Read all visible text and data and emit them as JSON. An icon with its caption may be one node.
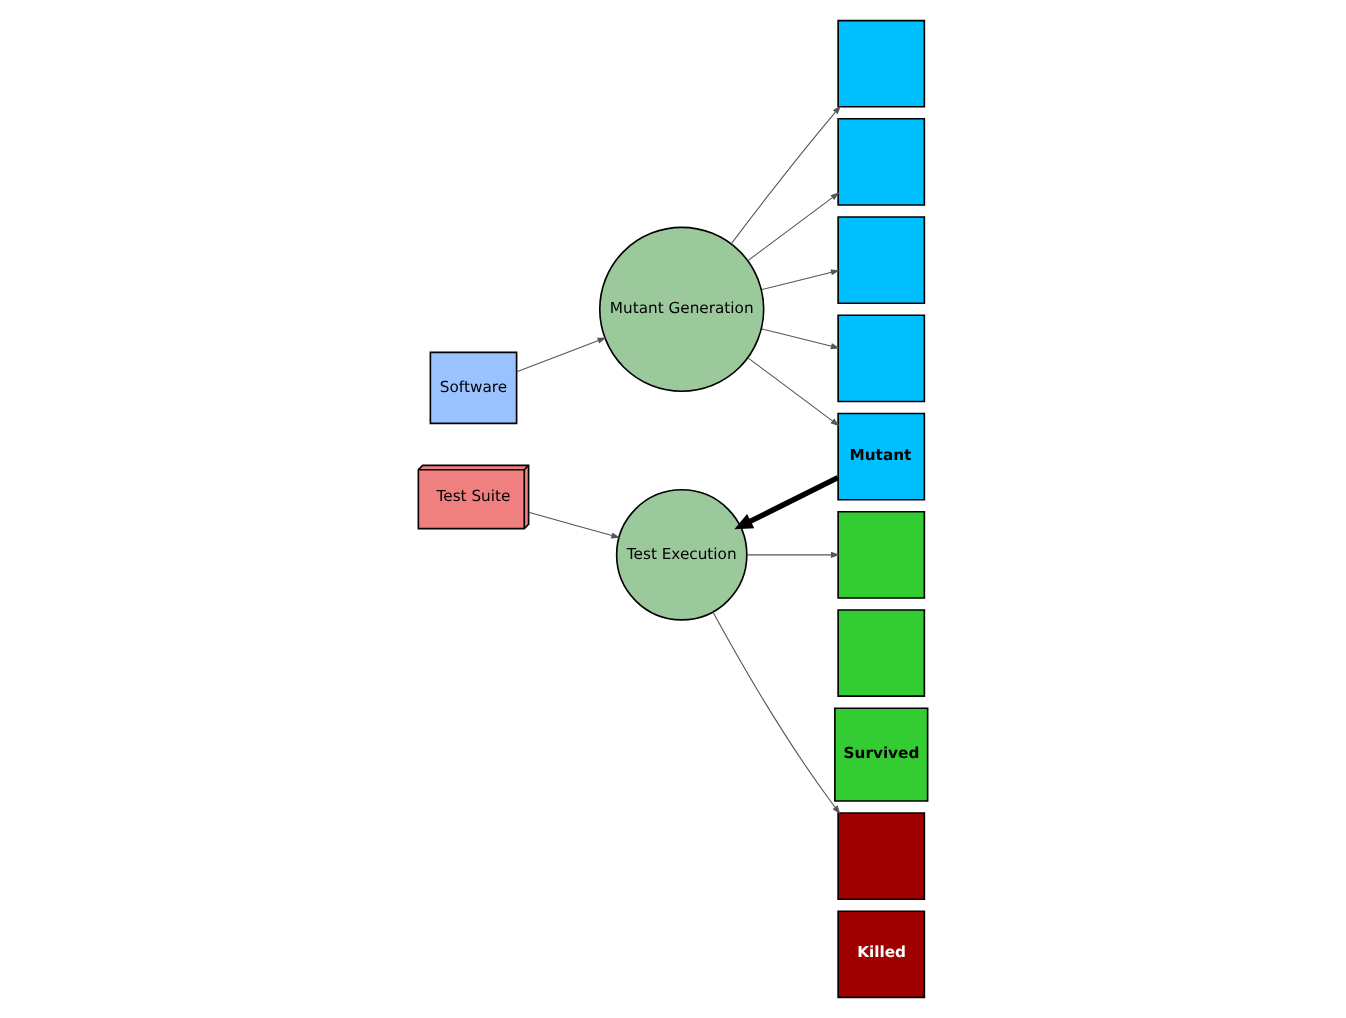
{
  "diagram": {
    "nodes": [
      {
        "text": [
          "Software"
        ]
      },
      {
        "text": [
          "Mutant Generation"
        ]
      },
      {
        "text": [],
        "shape": "box"
      },
      {
        "text": [],
        "shape": "box"
      },
      {
        "text": [],
        "shape": "box"
      },
      {
        "text": [],
        "shape": "box"
      },
      {
        "text": [
          "Mutant"
        ]
      },
      {
        "text": [
          "Test Suite"
        ]
      },
      {
        "text": [
          "Test Execution"
        ]
      },
      {
        "text": [],
        "shape": "box"
      },
      {
        "text": [],
        "shape": "box"
      },
      {
        "text": [
          "Survived"
        ]
      },
      {
        "text": [],
        "shape": "box"
      },
      {
        "text": [
          "Killed"
        ]
      }
    ],
    "edges": [
      {
        "from": 0,
        "to": 1,
        "arrow": "to"
      },
      {
        "from": 1,
        "to": 2,
        "arrow": "to"
      },
      {
        "from": 1,
        "to": 3,
        "arrow": "to"
      },
      {
        "from": 1,
        "to": 4,
        "arrow": "to"
      },
      {
        "from": 1,
        "to": 5,
        "arrow": "to"
      },
      {
        "from": 1,
        "to": 6,
        "arrow": "to"
      },
      {
        "from": 6,
        "to": 8,
        "arrow": "to",
        "style": "thick",
        "color": "#000000"
      },
      {
        "from": 7,
        "to": 8,
        "arrow": "to"
      },
      {
        "from": 8,
        "to": 9,
        "arrow": "to"
      },
      {
        "from": 8,
        "to": 12,
        "arrow": "to"
      }
    ]
  }
}
